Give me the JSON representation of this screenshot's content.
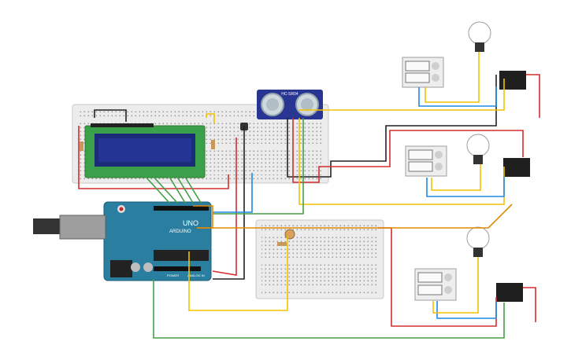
{
  "components": {
    "arduino": {
      "brand": "ARDUINO",
      "model": "UNO",
      "power_label": "POWER",
      "analog_label": "ANALOG IN"
    },
    "sensor": {
      "model": "HC-SR04"
    },
    "relays": [
      {
        "label": ""
      },
      {
        "label": ""
      },
      {
        "label": ""
      }
    ],
    "bulbs": 3,
    "power_supplies": 3
  },
  "colors": {
    "board_teal": "#2a7fa0",
    "breadboard": "#e8e8e8",
    "lcd_green": "#4caf50",
    "lcd_screen": "#1a237e",
    "sensor_blue": "#283593",
    "wire_red": "#d32f2f",
    "wire_black": "#222222",
    "wire_green": "#43a047",
    "wire_yellow": "#f2c200",
    "wire_blue": "#1e88e5",
    "wire_orange": "#e08a00"
  }
}
